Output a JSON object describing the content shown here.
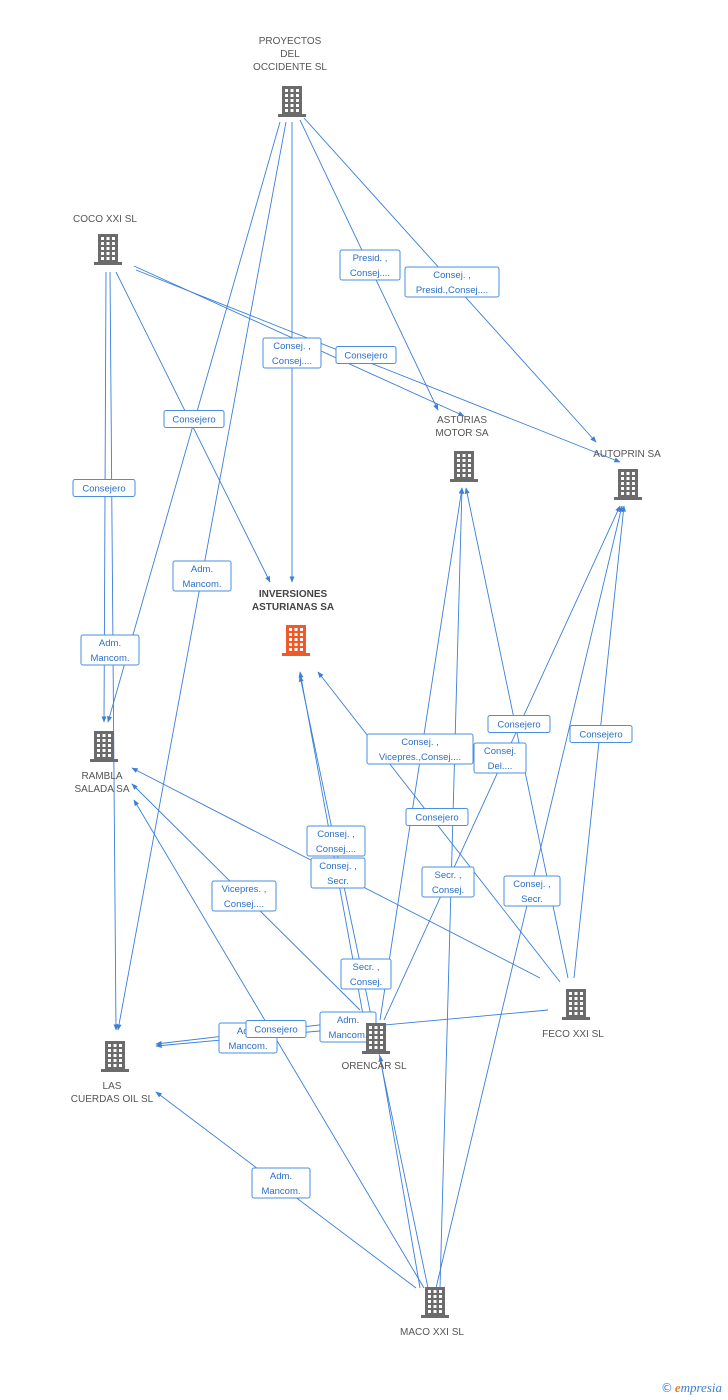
{
  "nodes": [
    {
      "id": "proyectos",
      "label": [
        "PROYECTOS",
        "DEL",
        "OCCIDENTE SL"
      ],
      "main": false
    },
    {
      "id": "coco",
      "label": [
        "COCO XXI SL"
      ],
      "main": false
    },
    {
      "id": "asturias_motor",
      "label": [
        "ASTURIAS",
        "MOTOR SA"
      ],
      "main": false
    },
    {
      "id": "autoprin",
      "label": [
        "AUTOPRIN SA"
      ],
      "main": false
    },
    {
      "id": "inversiones",
      "label": [
        "INVERSIONES",
        "ASTURIANAS SA"
      ],
      "main": true
    },
    {
      "id": "rambla",
      "label": [
        "RAMBLA",
        "SALADA SA"
      ],
      "main": false
    },
    {
      "id": "feco",
      "label": [
        "FECO XXI SL"
      ],
      "main": false
    },
    {
      "id": "orencar",
      "label": [
        "ORENCAR SL"
      ],
      "main": false
    },
    {
      "id": "las_cuerdas",
      "label": [
        "LAS",
        "CUERDAS OIL SL"
      ],
      "main": false
    },
    {
      "id": "maco",
      "label": [
        "MACO XXI SL"
      ],
      "main": false
    }
  ],
  "edge_labels": [
    [
      "Presid. ,",
      "Consej...."
    ],
    [
      "Consej. ,",
      "Presid.,Consej...."
    ],
    [
      "Consej. ,",
      "Consej...."
    ],
    [
      "Consejero"
    ],
    [
      "Consejero"
    ],
    [
      "Consejero"
    ],
    [
      "Adm.",
      "Mancom."
    ],
    [
      "Adm.",
      "Mancom."
    ],
    [
      "Consej. ,",
      "Vicepres.,Consej...."
    ],
    [
      "Consejero"
    ],
    [
      "Consej.",
      "Del...."
    ],
    [
      "Consejero"
    ],
    [
      "Consejero"
    ],
    [
      "Consej. ,",
      "Consej...."
    ],
    [
      "Consej. ,",
      "Secr."
    ],
    [
      "Vicepres. ,",
      "Consej...."
    ],
    [
      "Secr. ,",
      "Consej."
    ],
    [
      "Consej. ,",
      "Secr."
    ],
    [
      "Secr. ,",
      "Consej."
    ],
    [
      "Adm.",
      "Mancom."
    ],
    [
      "Consejero"
    ],
    [
      "Adm.",
      "Mancom."
    ],
    [
      "Adm.",
      "Mancom."
    ]
  ],
  "footer": {
    "copyright": "©",
    "brand_initial": "e",
    "brand_rest": "mpresia"
  },
  "colors": {
    "edge": "#3a7fd9",
    "node": "#6b6b6b",
    "main_node": "#f05a28"
  }
}
